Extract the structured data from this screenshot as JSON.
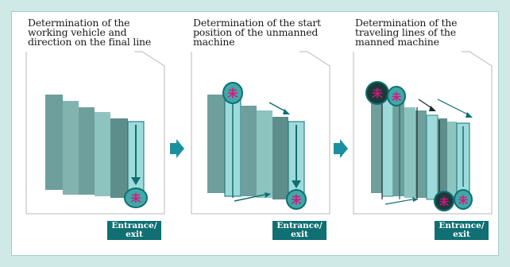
{
  "panels": [
    {
      "caption": "Determination of the working vehicle and direction on the final line",
      "badge_label": "Entrance/ exit"
    },
    {
      "caption": "Determination of the start position of the unmanned machine",
      "badge_label": "Entrance/ exit"
    },
    {
      "caption": "Determination of the traveling lines of the manned machine",
      "badge_label": "Entrance/ exit"
    }
  ],
  "marker_glyph": "未",
  "colors": {
    "background": "#cfe9e7",
    "teal_dark": "#0f6f73",
    "teal_light": "#9fdada",
    "block_gray": "#6f9f9c",
    "marker_text": "#e0107f",
    "flow_arrow": "#1a8fa0"
  }
}
